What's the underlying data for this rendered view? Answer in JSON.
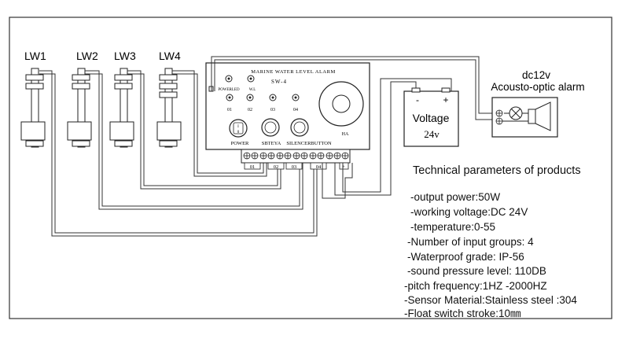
{
  "sensors": [
    {
      "label": "LW1"
    },
    {
      "label": "LW2"
    },
    {
      "label": "LW3"
    },
    {
      "label": "LW4"
    }
  ],
  "controller": {
    "title": "MARINE WATER LEVEL ALARM",
    "model": "SW-4",
    "indicators": [
      "POWERLED",
      "W.L",
      "01",
      "02",
      "03",
      "04"
    ],
    "switch_marks": [
      "I",
      "0"
    ],
    "buttons": [
      "POWER",
      "SBTEYA",
      "SILENCERBUTTON"
    ],
    "horn_label": "HA",
    "terminal_labels": [
      "01",
      "02",
      "03",
      "04",
      "+"
    ]
  },
  "supply": {
    "title": "Voltage",
    "value": "24v",
    "minus": "-",
    "plus": "+"
  },
  "alarm": {
    "voltage": "dc12v",
    "name": "Acousto-optic alarm"
  },
  "specs": {
    "heading": "Technical parameters of products",
    "items": [
      "-output power:50W",
      "-working voltage:DC 24V",
      "-temperature:0-55",
      "-Number of input groups:  4",
      "-Waterproof grade: IP-56",
      "-sound pressure level: 110DB",
      "-pitch frequency:1HZ -2000HZ",
      "-Sensor Material:Stainless steel :304",
      "-Float switch stroke:10㎜"
    ]
  }
}
